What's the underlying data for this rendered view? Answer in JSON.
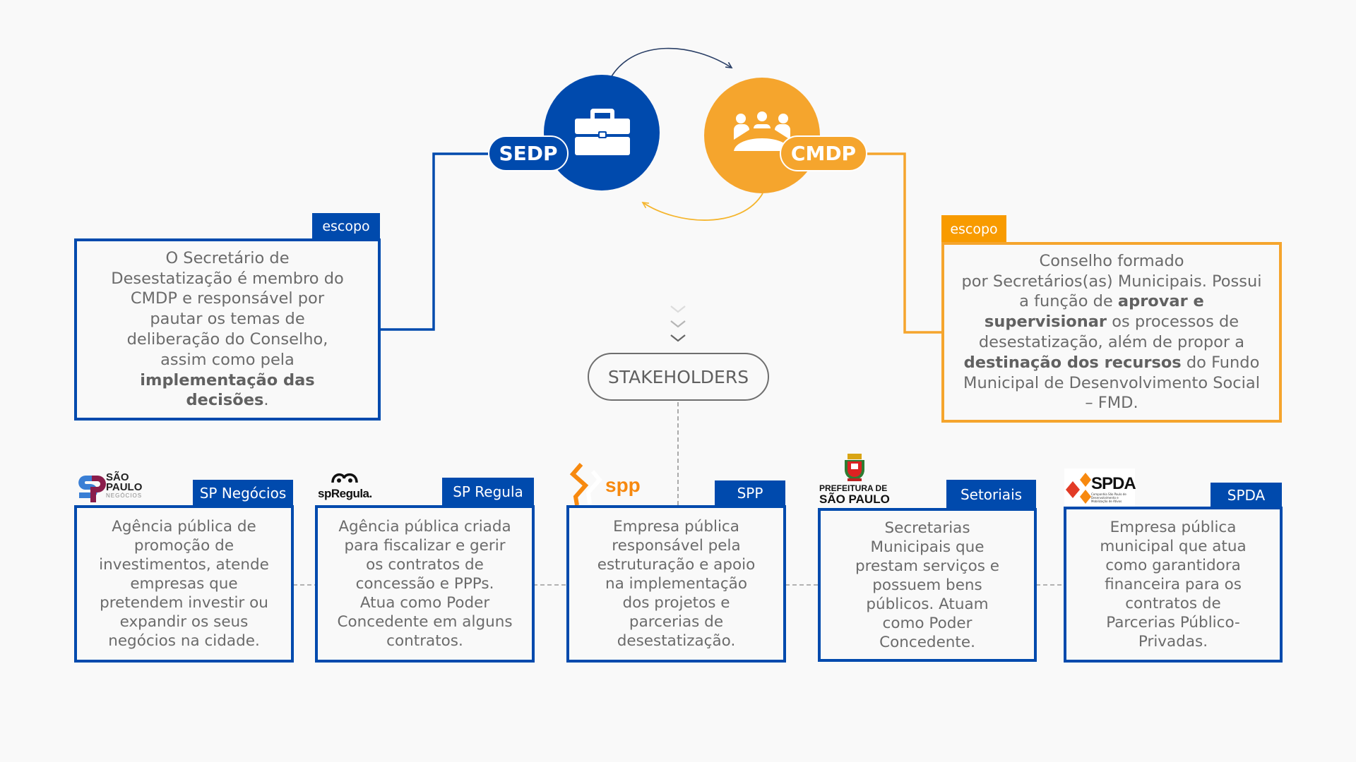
{
  "colors": {
    "blue": "#004aad",
    "orange": "#f5a52d",
    "text": "#6b6b6b",
    "background": "#f9f9f9"
  },
  "top": {
    "sedp": {
      "label": "SEDP",
      "icon": "briefcase-icon"
    },
    "cmdp": {
      "label": "CMDP",
      "icon": "group-meeting-icon"
    }
  },
  "scope_left": {
    "tab": "escopo",
    "text_parts": [
      {
        "t": "O Secretário de Desestatização é membro do CMDP e responsável por pautar os temas de deliberação do Conselho, assim como pela ",
        "b": false
      },
      {
        "t": "implementação das decisões",
        "b": true
      },
      {
        "t": ".",
        "b": false
      }
    ]
  },
  "scope_right": {
    "tab": "escopo",
    "text_parts": [
      {
        "t": "Conselho formado\npor Secretários(as) Municipais. Possui a função de ",
        "b": false
      },
      {
        "t": "aprovar e supervisionar",
        "b": true
      },
      {
        "t": " os processos de desestatização, além de propor a ",
        "b": false
      },
      {
        "t": "destinação dos recursos",
        "b": true
      },
      {
        "t": " do Fundo Municipal de Desenvolvimento Social – FMD.",
        "b": false
      }
    ]
  },
  "stakeholders": {
    "label": "STAKEHOLDERS",
    "icon": "chevrons-down-icon"
  },
  "entities": [
    {
      "tab": "SP Negócios",
      "logo_text": [
        "SÃO",
        "PAULO",
        "NEGÓCIOS"
      ],
      "logo_name": "sp-negocios-logo",
      "text": "Agência pública de promoção de investimentos, atende empresas que pretendem investir ou expandir os seus negócios na cidade."
    },
    {
      "tab": "SP Regula",
      "logo_text": [
        "spRegula."
      ],
      "logo_name": "spregula-logo",
      "text": "Agência pública criada para fiscalizar e gerir os contratos de concessão e PPPs. Atua como Poder Concedente em alguns contratos."
    },
    {
      "tab": "SPP",
      "logo_text": [
        "spp"
      ],
      "logo_name": "spp-logo",
      "text": "Empresa pública responsável pela estruturação e apoio na implementação dos projetos e parcerias de desestatização."
    },
    {
      "tab": "Setoriais",
      "logo_text": [
        "PREFEITURA DE",
        "SÃO PAULO"
      ],
      "logo_name": "prefeitura-sao-paulo-logo",
      "text": "Secretarias Municipais que prestam serviços e possuem bens públicos. Atuam como Poder Concedente."
    },
    {
      "tab": "SPDA",
      "logo_text": [
        "SPDA",
        "Companhia São Paulo de Desenvolvimento e Mobilização de Ativos"
      ],
      "logo_name": "spda-logo",
      "text": "Empresa pública municipal que atua como garantidora financeira para os contratos de Parcerias Público-Privadas."
    }
  ]
}
